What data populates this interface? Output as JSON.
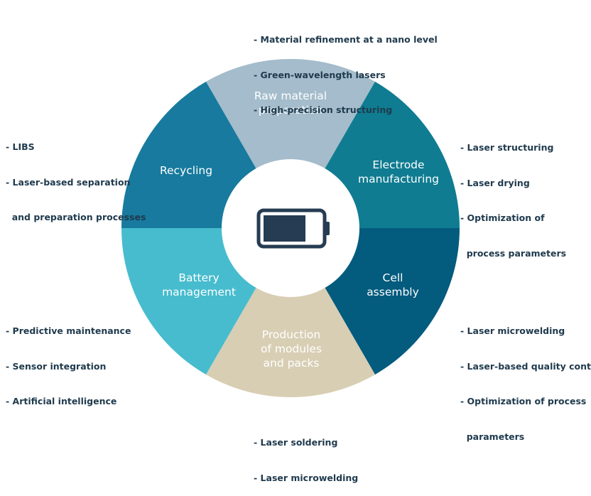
{
  "segments": [
    {
      "id": "raw",
      "label": [
        "Raw material",
        "preparation"
      ],
      "color": "#a4bccb"
    },
    {
      "id": "electrode",
      "label": [
        "Electrode",
        "manufacturing"
      ],
      "color": "#0f7c91"
    },
    {
      "id": "cell",
      "label": [
        "Cell",
        "assembly"
      ],
      "color": "#035b7e"
    },
    {
      "id": "modules",
      "label": [
        "Production",
        "of modules",
        "and packs"
      ],
      "color": "#d8ceb4"
    },
    {
      "id": "battery",
      "label": [
        "Battery",
        "management"
      ],
      "color": "#47bcce"
    },
    {
      "id": "recycling",
      "label": [
        "Recycling"
      ],
      "color": "#177a9e"
    }
  ],
  "center_icon": "battery-icon",
  "notes": {
    "raw": [
      "- Material refinement at a nano level",
      "- Green-wavelength lasers",
      "- High-precision structuring"
    ],
    "electrode": [
      "- Laser structuring",
      "- Laser drying",
      "- Optimization of",
      "  process parameters"
    ],
    "cell": [
      "- Laser microwelding",
      "- Laser-based quality control",
      "- Optimization of process",
      "  parameters"
    ],
    "modules": [
      "- Laser soldering",
      "- Laser microwelding"
    ],
    "battery": [
      "- Predictive maintenance",
      "- Sensor integration",
      "- Artificial intelligence"
    ],
    "recycling": [
      "- LIBS",
      "- Laser-based separation",
      "  and preparation processes"
    ]
  }
}
